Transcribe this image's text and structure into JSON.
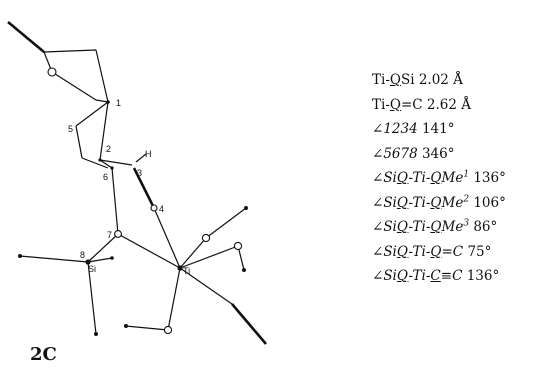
{
  "compound_label": "2C",
  "atom_labels": {
    "n1": "1",
    "n2": "2",
    "n3": "3",
    "n4": "4",
    "n5": "5",
    "n6": "6",
    "n7": "7",
    "n8": "8",
    "h": "H",
    "si": "Si",
    "ti": "Ti"
  },
  "parameters": [
    {
      "pre": "Ti-",
      "ul": "Q",
      "post": "Si 2.02 Å"
    },
    {
      "pre": "Ti-",
      "ul": "Q",
      "post": "=C 2.62 Å"
    },
    {
      "sym": "∠",
      "it": "1234",
      "post": " 141°"
    },
    {
      "sym": "∠",
      "it": "5678",
      "post": " 346°"
    },
    {
      "sym": "∠",
      "it_a": "Si",
      "ul_a": "Q",
      "it_b": "-Ti-",
      "ul_b": "Q",
      "it_c": "Me",
      "sup": "1",
      "post": " 136°"
    },
    {
      "sym": "∠",
      "it_a": "Si",
      "ul_a": "Q",
      "it_b": "-Ti-",
      "ul_b": "Q",
      "it_c": "Me",
      "sup": "2",
      "post": " 106°"
    },
    {
      "sym": "∠",
      "it_a": "Si",
      "ul_a": "Q",
      "it_b": "-Ti-",
      "ul_b": "Q",
      "it_c": "Me",
      "sup": "3",
      "post": " 86°"
    },
    {
      "sym": "∠",
      "it_a": "Si",
      "ul_a": "Q",
      "it_b": "-Ti-",
      "ul_b": "Q",
      "it_c": "=C",
      "post": " 75°"
    },
    {
      "sym": "∠",
      "it_a": "Si",
      "ul_a": "Q",
      "it_b": "-Ti-",
      "ul_b": "C",
      "it_c": "≡C",
      "post": " 136°"
    }
  ]
}
